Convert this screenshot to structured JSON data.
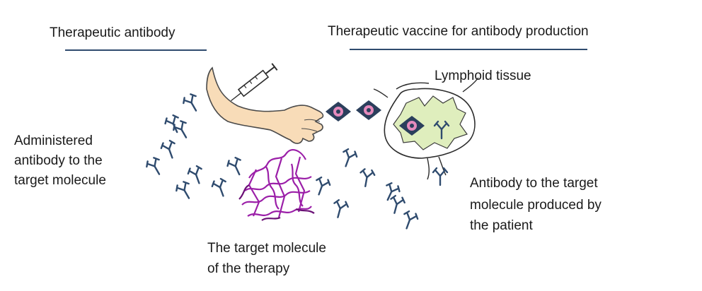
{
  "headings": {
    "left": "Therapeutic antibody",
    "right": "Therapeutic vaccine for antibody production"
  },
  "labels": {
    "lymphoid_tissue": "Lymphoid tissue",
    "administered_antibody": [
      "Administered",
      "antibody to the",
      "target molecule"
    ],
    "patient_antibody": [
      "Antibody to the target",
      "molecule produced by",
      "the patient"
    ],
    "target_molecule": [
      "The target molecule",
      "of the therapy"
    ]
  },
  "colors": {
    "antibody": "#2f4b6e",
    "rule": "#2f4b6e",
    "arm_skin": "#f8dcb8",
    "tissue_fill": "#dfeebd",
    "cell_dark": "#2b3f5c",
    "cell_pink": "#e58bbd",
    "protein": "#9b1fa8"
  },
  "icons": [
    "arm-icon",
    "syringe-icon",
    "antigen-presenting-cell-icon",
    "lymph-node-icon",
    "antibody-icon",
    "protein-structure-icon"
  ]
}
